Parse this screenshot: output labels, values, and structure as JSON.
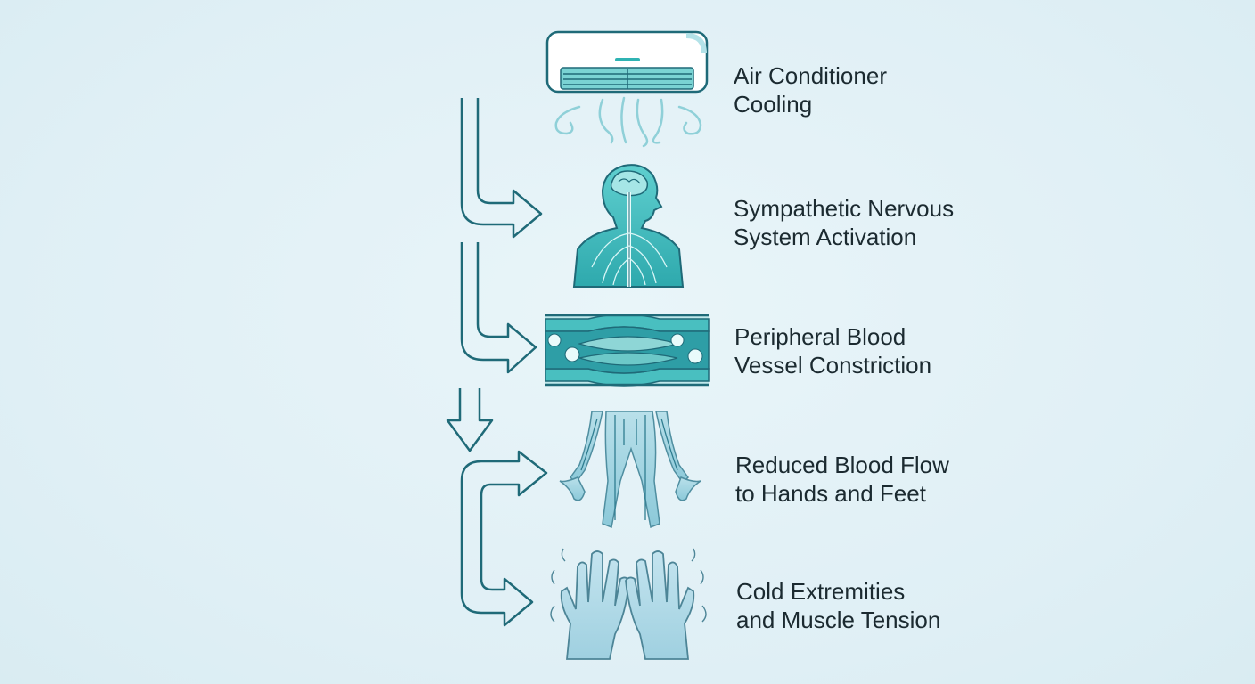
{
  "steps": [
    {
      "line1": "Air Conditioner",
      "line2": "Cooling",
      "icon": "air-conditioner-icon"
    },
    {
      "line1": "Sympathetic Nervous",
      "line2": "System Activation",
      "icon": "nervous-system-figure-icon"
    },
    {
      "line1": "Peripheral Blood",
      "line2": "Vessel Constriction",
      "icon": "blood-vessel-icon"
    },
    {
      "line1": "Reduced Blood Flow",
      "line2": "to Hands and Feet",
      "icon": "circulation-body-icon"
    },
    {
      "line1": "Cold Extremities",
      "line2": "and Muscle Tension",
      "icon": "cold-hands-icon"
    }
  ],
  "colors": {
    "accent": "#2fb3b3",
    "arrow": "#1f6a78",
    "background": "#e3f1f6",
    "text": "#1b2a30"
  }
}
